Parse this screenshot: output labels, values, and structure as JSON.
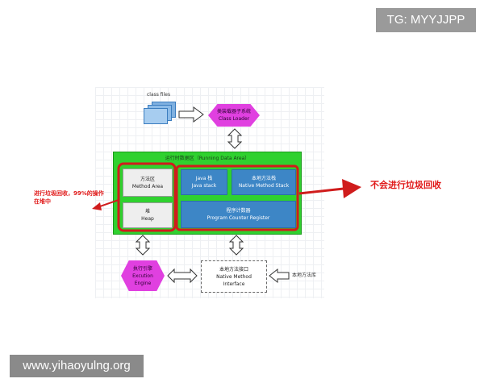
{
  "watermarks": {
    "tg": "TG: MYYJJPP",
    "site": "www.yihaoyulng.org"
  },
  "diagram": {
    "class_files": "class files",
    "class_loader": {
      "cn": "类装载器子系统",
      "en": "Class Loader"
    },
    "runtime_area": "运行时数据区（Running Data Area）",
    "method_area": {
      "cn": "方法区",
      "en": "Method Area"
    },
    "heap": {
      "cn": "堆",
      "en": "Heap"
    },
    "java_stack": {
      "cn": "Java 栈",
      "en": "Java stack"
    },
    "native_stack": {
      "cn": "本地方法栈",
      "en": "Native Method Stack"
    },
    "pc_register": {
      "cn": "程序计数器",
      "en": "Program Counter Register"
    },
    "exec_engine": {
      "cn": "执行引擎",
      "en1": "Excution",
      "en2": "Engine"
    },
    "native_interface": {
      "cn": "本地方法接口",
      "en1": "Native Method",
      "en2": "Interface"
    },
    "native_lib": "本地方法库"
  },
  "annotations": {
    "left_line1": "进行垃圾回收，99%的操作",
    "left_line2": "在堆中",
    "right": "不会进行垃圾回收"
  },
  "colors": {
    "runtime_green": "#2fd12f",
    "loader_magenta": "#e040e0",
    "highlight_red": "#d01c1c",
    "region_blue": "#3d86c6"
  }
}
